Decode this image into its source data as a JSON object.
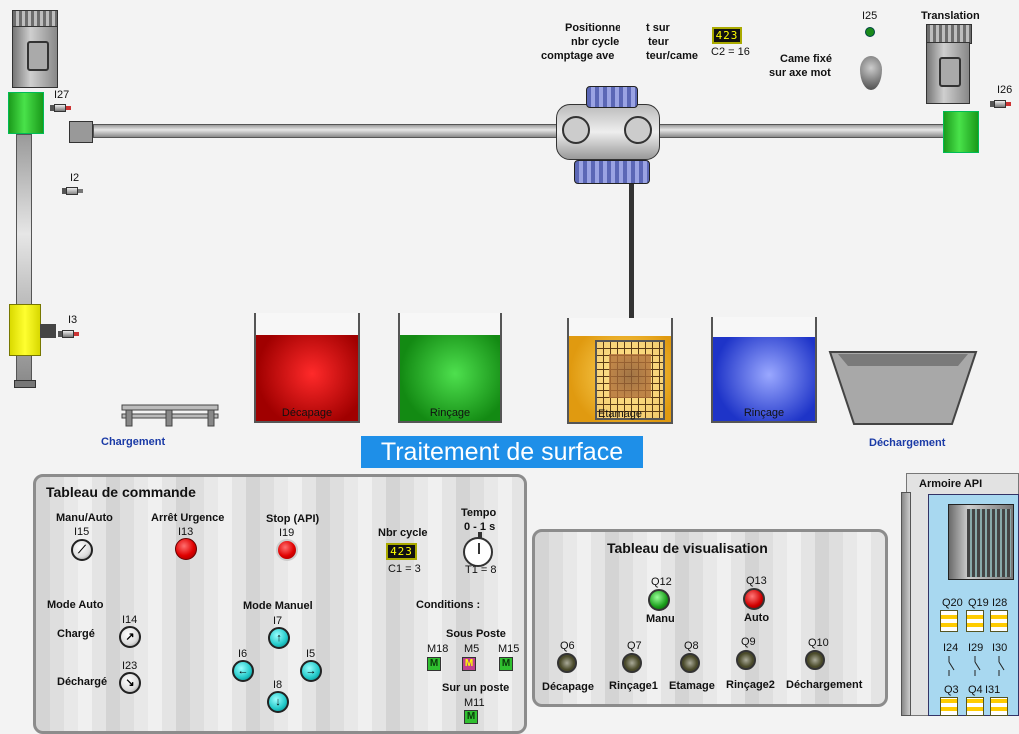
{
  "title": "Traitement de surface",
  "sensors": {
    "i27": "I27",
    "i2": "I2",
    "i3": "I3",
    "i25": "I25",
    "i26": "I26"
  },
  "top": {
    "translation_label": "Translation",
    "positioning_text_l1": "Positionne",
    "positioning_text_l1b": "t sur",
    "positioning_text_l2": "nbr cycle",
    "positioning_text_l2b": "teur",
    "positioning_text_l3": "comptage ave",
    "positioning_text_l3b": "teur/came",
    "counter_c2_display": "423",
    "counter_c2_label": "C2 = 16",
    "cam_l1": "Came fixé",
    "cam_l2": "sur axe mot"
  },
  "tanks": [
    {
      "label": "Décapage",
      "color": "#c00000"
    },
    {
      "label": "Rinçage",
      "color": "#20a020"
    },
    {
      "label": "Etamage",
      "color": "#f0b020"
    },
    {
      "label": "Rinçage",
      "color": "#2040e0"
    }
  ],
  "stations": {
    "loading": "Chargement",
    "unloading": "Déchargement"
  },
  "command_panel": {
    "title": "Tableau de commande",
    "manu_auto": "Manu/Auto",
    "i15": "I15",
    "urgence": "Arrêt Urgence",
    "i13": "I13",
    "stop": "Stop (API)",
    "i19": "I19",
    "nbr_cycle": "Nbr cycle",
    "counter_c1_display": "423",
    "c1": "C1 = 3",
    "tempo": "Tempo",
    "tempo_range": "0 - 1 s",
    "t1": "T1 = 8",
    "mode_auto": "Mode Auto",
    "charge": "Chargé",
    "i14": "I14",
    "decharge": "Déchargé",
    "i23": "I23",
    "mode_manuel": "Mode Manuel",
    "i7": "I7",
    "i6": "I6",
    "i5": "I5",
    "i8": "I8",
    "conditions": "Conditions :",
    "sous_poste": "Sous Poste",
    "m18": "M18",
    "m5": "M5",
    "m15": "M15",
    "sur_un_poste": "Sur un poste",
    "m11": "M11",
    "m_glyph": "M"
  },
  "visu_panel": {
    "title": "Tableau de  visualisation",
    "q12": "Q12",
    "manu": "Manu",
    "q13": "Q13",
    "auto": "Auto",
    "q6": "Q6",
    "decapage": "Décapage",
    "q7": "Q7",
    "rincage1": "Rinçage1",
    "q8": "Q8",
    "etamage": "Etamage",
    "q9": "Q9",
    "rincage2": "Rinçage2",
    "q10": "Q10",
    "dechargement": "Déchargement"
  },
  "armoire": {
    "title": "Armoire API",
    "q20": "Q20",
    "q19": "Q19",
    "q28": "I28",
    "i24": "I24",
    "i29": "I29",
    "i30": "I30",
    "q3": "Q3",
    "q4": "Q4",
    "i31": "I31"
  },
  "colors": {
    "title_bg": "#1e8fe8",
    "lamp_green_on": "#2bd22b",
    "lamp_red_on": "#e00000"
  }
}
